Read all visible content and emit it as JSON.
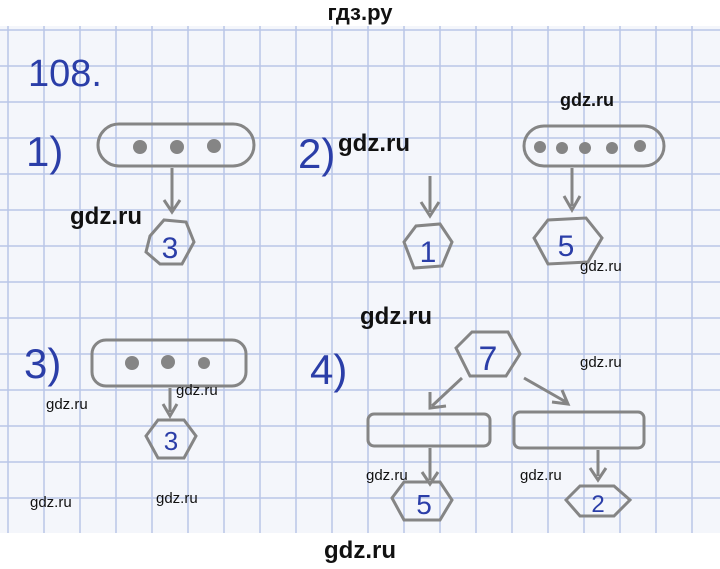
{
  "header_watermark": "гдз.ру",
  "footer_watermark": "gdz.ru",
  "task_number": "108.",
  "watermarks": {
    "w1": "gdz.ru",
    "w2": "gdz.ru",
    "w3": "gdz.ru",
    "w4": "gdz.ru",
    "w5": "gdz.ru",
    "w6": "gdz.ru",
    "w7": "gdz.ru",
    "w8": "gdz.ru",
    "w9": "gdz.ru",
    "w10": "gdz.ru",
    "w11": "gdz.ru",
    "w12": "gdz.ru"
  },
  "parts": [
    {
      "label": "1)",
      "result": "3"
    },
    {
      "label": "2)",
      "result_left": "1",
      "result_right": "5"
    },
    {
      "label": "3)",
      "result": "3"
    },
    {
      "label": "4)",
      "start": "7",
      "result_left": "5",
      "result_right": "2"
    }
  ],
  "colors": {
    "ink": "#2b3ea8",
    "pencil": "#858585",
    "grid": "#b9c6e8",
    "margin_line": "#d2d9ec"
  }
}
